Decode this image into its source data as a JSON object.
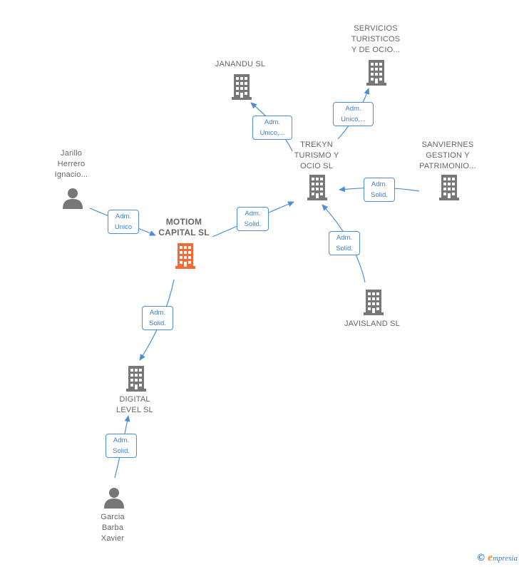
{
  "colors": {
    "node": "#777777",
    "main_node": "#f26a36",
    "edge": "#4a8fd8",
    "edge_text": "#3b7dcc",
    "label": "#666666"
  },
  "nodes": {
    "motiom": {
      "lines": [
        "MOTIOM",
        "CAPITAL  SL"
      ],
      "icon": "building-icon",
      "main": true
    },
    "trekyn": {
      "lines": [
        "TREKYN",
        "TURISMO Y",
        "OCIO  SL"
      ],
      "icon": "building-icon"
    },
    "janandu": {
      "lines": [
        "JANANDU  SL"
      ],
      "icon": "building-icon"
    },
    "servicios": {
      "lines": [
        "SERVICIOS",
        "TURISTICOS",
        "Y DE OCIO..."
      ],
      "icon": "building-icon"
    },
    "sanviernes": {
      "lines": [
        "SANVIERNES",
        "GESTION Y",
        "PATRIMONIO..."
      ],
      "icon": "building-icon"
    },
    "javisland": {
      "lines": [
        "JAVISLAND  SL"
      ],
      "icon": "building-icon"
    },
    "digital": {
      "lines": [
        "DIGITAL",
        "LEVEL  SL"
      ],
      "icon": "building-icon"
    },
    "jarillo": {
      "lines": [
        "Jarillo",
        "Herrero",
        "Ignacio..."
      ],
      "icon": "person-icon"
    },
    "garcia": {
      "lines": [
        "Garcia",
        "Barba",
        "Xavier"
      ],
      "icon": "person-icon"
    }
  },
  "edges": {
    "jarillo_motiom": {
      "lines": [
        "Adm.",
        "Unico"
      ]
    },
    "motiom_trekyn": {
      "lines": [
        "Adm.",
        "Solid."
      ]
    },
    "trekyn_janandu": {
      "lines": [
        "Adm.",
        "Unico,..."
      ]
    },
    "trekyn_servicios": {
      "lines": [
        "Adm.",
        "Unico,..."
      ]
    },
    "sanviernes_trekyn": {
      "lines": [
        "Adm.",
        "Solid."
      ]
    },
    "javisland_trekyn": {
      "lines": [
        "Adm.",
        "Solid."
      ]
    },
    "motiom_digital": {
      "lines": [
        "Adm.",
        "Solid."
      ]
    },
    "garcia_digital": {
      "lines": [
        "Adm.",
        "Solid."
      ]
    }
  },
  "footer": {
    "copyright": "©",
    "brand_initial": "e",
    "brand_rest": "mpresia"
  }
}
